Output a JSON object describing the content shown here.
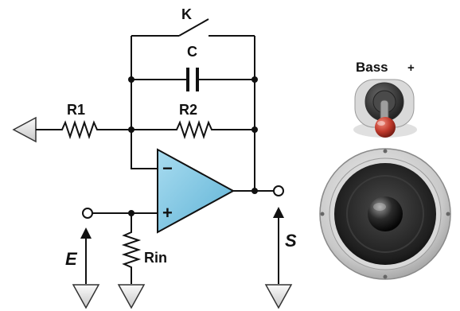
{
  "diagram": {
    "labels": {
      "switch": "K",
      "capacitor": "C",
      "resistor_1": "R1",
      "resistor_2": "R2",
      "resistor_in": "Rin",
      "input_signal": "E",
      "output_signal": "S",
      "minus_sign": "−",
      "plus_sign": "+",
      "toggle_label": "Bass",
      "toggle_plus": "+"
    },
    "colors": {
      "opamp_fill": "#7ec8e6",
      "ground_fill": "#e6e6e6",
      "wire": "#111111",
      "toggle_knob": "#c0392b",
      "speaker_rim": "#b5b5b5",
      "speaker_cone": "#2a2a2a"
    },
    "icons": [
      "switch-icon",
      "capacitor-icon",
      "resistor-icon",
      "opamp-icon",
      "ground-icon",
      "arrow-up-icon",
      "toggle-switch-icon",
      "speaker-icon"
    ]
  }
}
